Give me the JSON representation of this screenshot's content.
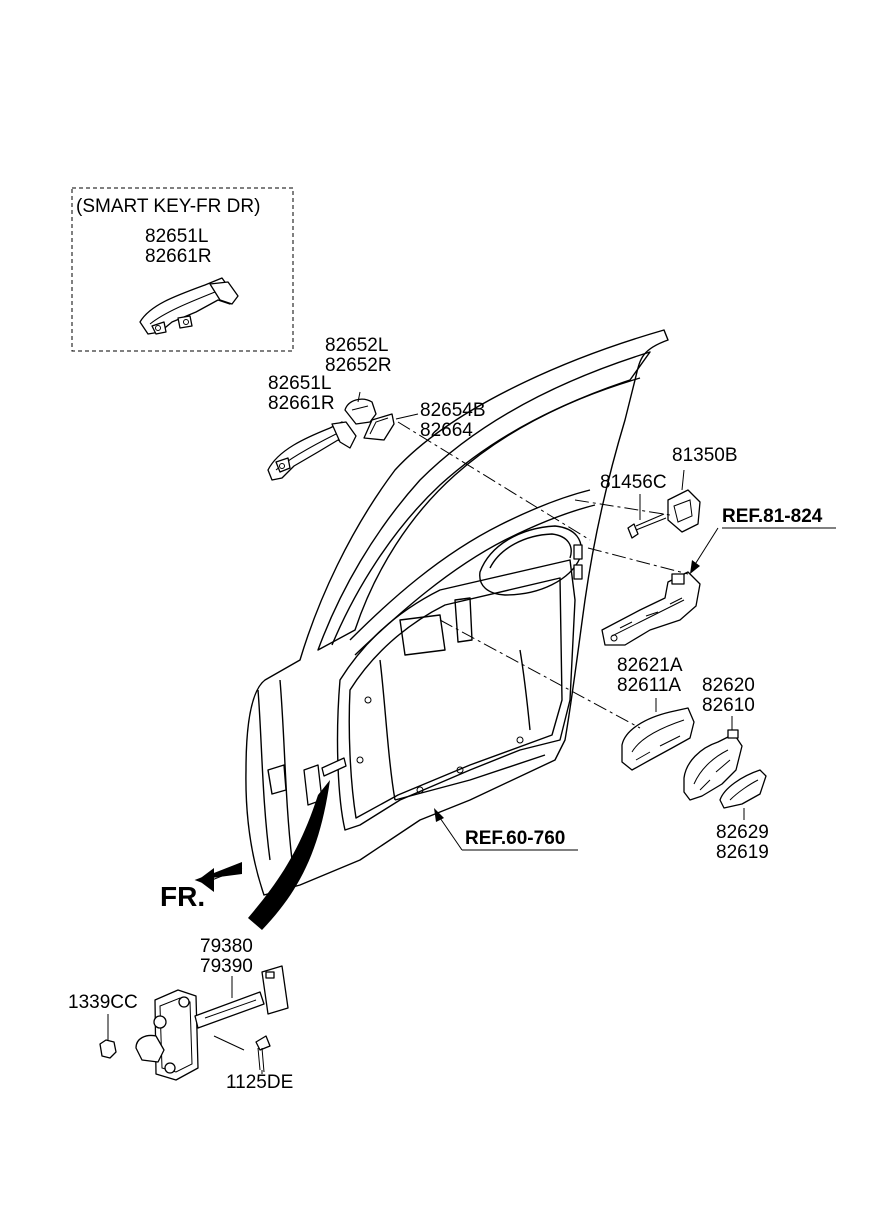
{
  "smart_key_box": {
    "title": "(SMART KEY-FR DR)",
    "part_1": "82651L",
    "part_2": "82661R"
  },
  "labels": {
    "handle_cover_l": "82652L",
    "handle_cover_r": "82652R",
    "handle_l": "82651L",
    "handle_r": "82661R",
    "pad_1": "82654B",
    "pad_2": "82664",
    "striker": "81350B",
    "screw": "81456C",
    "ref_latch": "REF.81-824",
    "inside_handle_1": "82621A",
    "inside_handle_2": "82611A",
    "inside_handle_assy_1": "82620",
    "inside_handle_assy_2": "82610",
    "bezel_1": "82629",
    "bezel_2": "82619",
    "ref_door": "REF.60-760",
    "front_indicator": "FR.",
    "checker_1": "79380",
    "checker_2": "79390",
    "nut": "1339CC",
    "bolt": "1125DE"
  }
}
